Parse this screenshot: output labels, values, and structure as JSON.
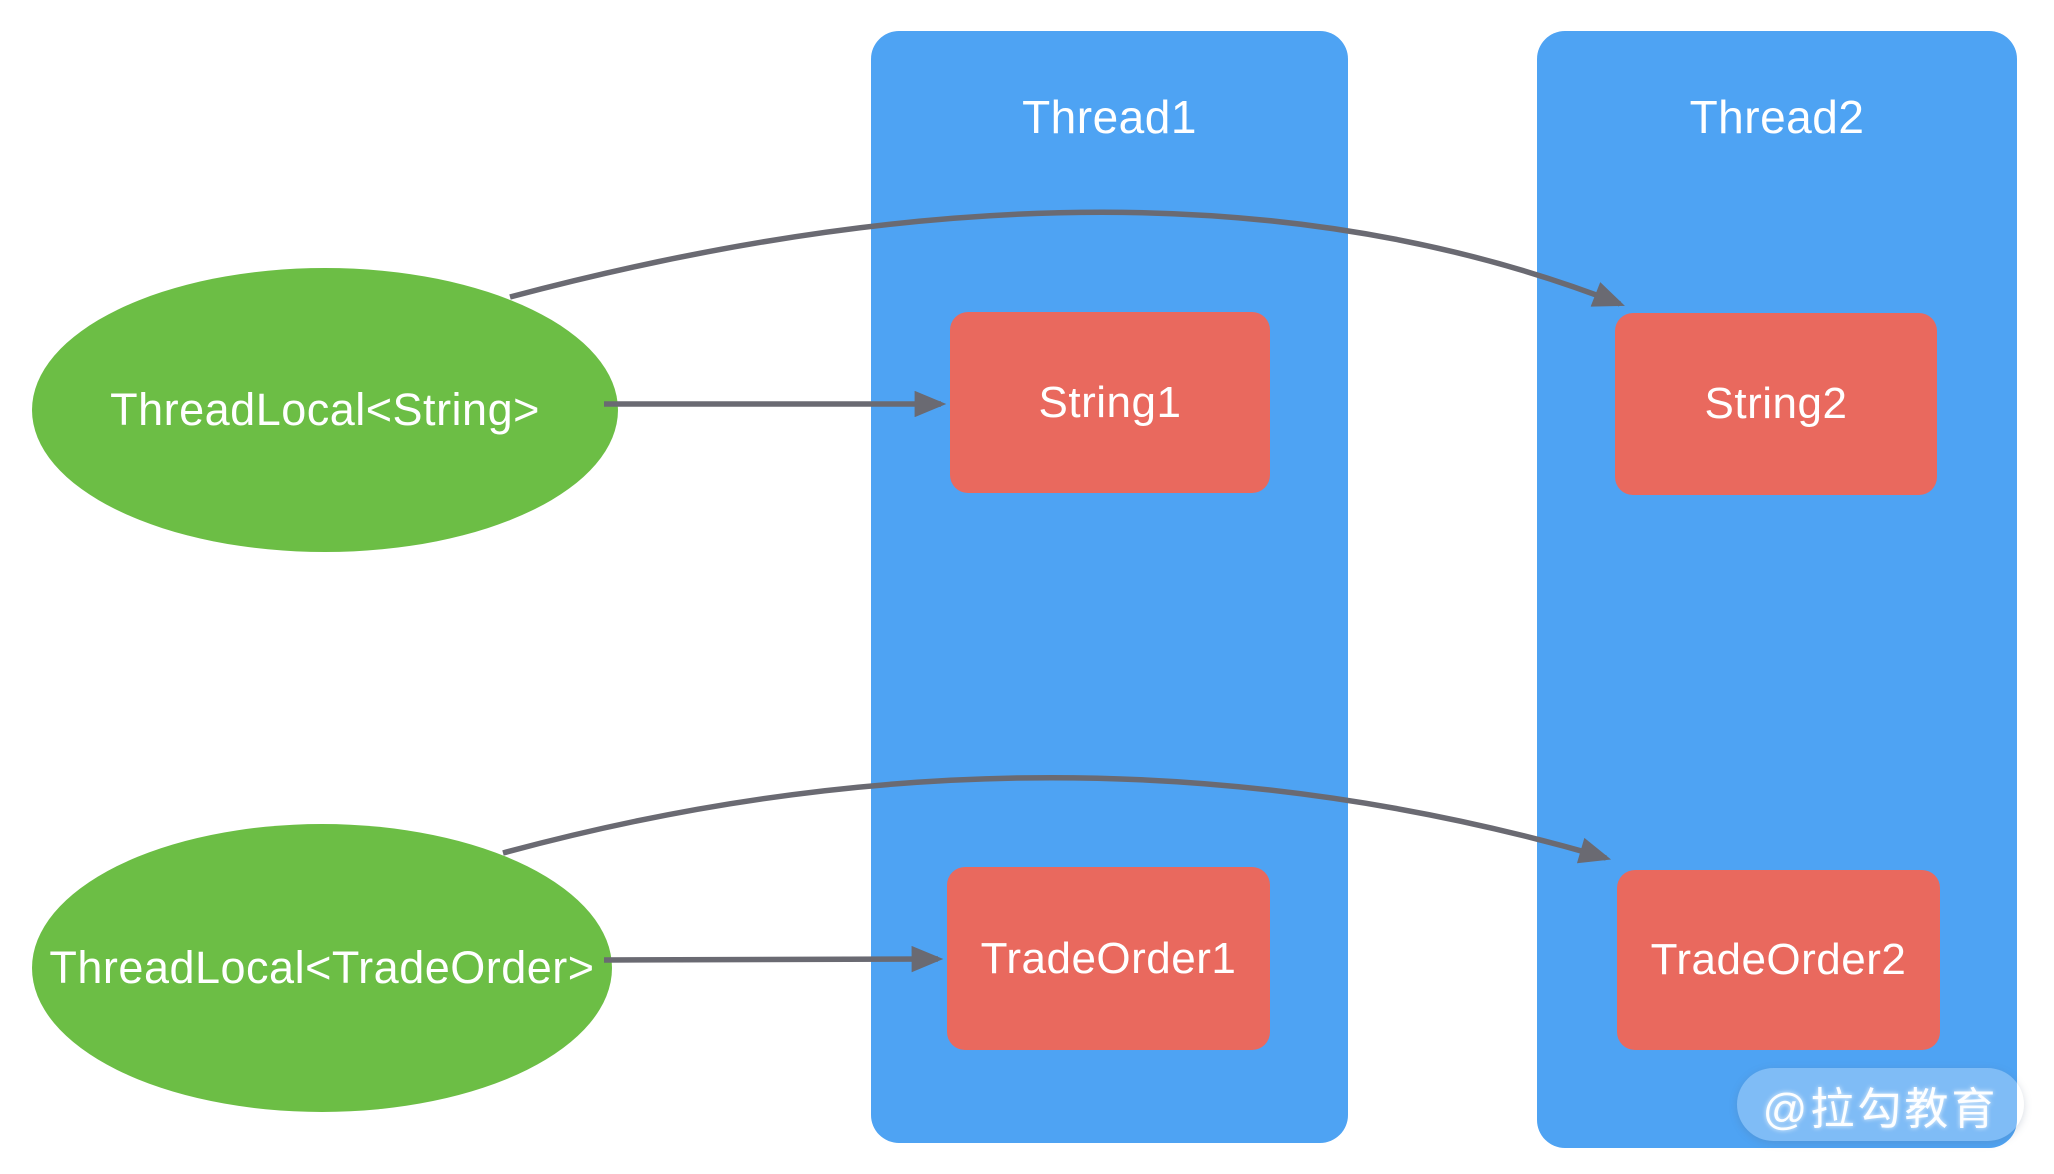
{
  "diagram": {
    "ellipses": [
      {
        "label": "ThreadLocal<String>"
      },
      {
        "label": "ThreadLocal<TradeOrder>"
      }
    ],
    "columns": [
      {
        "title": "Thread1",
        "boxes": [
          {
            "label": "String1"
          },
          {
            "label": "TradeOrder1"
          }
        ]
      },
      {
        "title": "Thread2",
        "boxes": [
          {
            "label": "String2"
          },
          {
            "label": "TradeOrder2"
          }
        ]
      }
    ],
    "watermark": "@拉勾教育",
    "colors": {
      "column_blue": "#4EA3F3",
      "node_green": "#6CBE45",
      "box_red": "#E9695E",
      "arrow_gray": "#6A6A72"
    }
  }
}
